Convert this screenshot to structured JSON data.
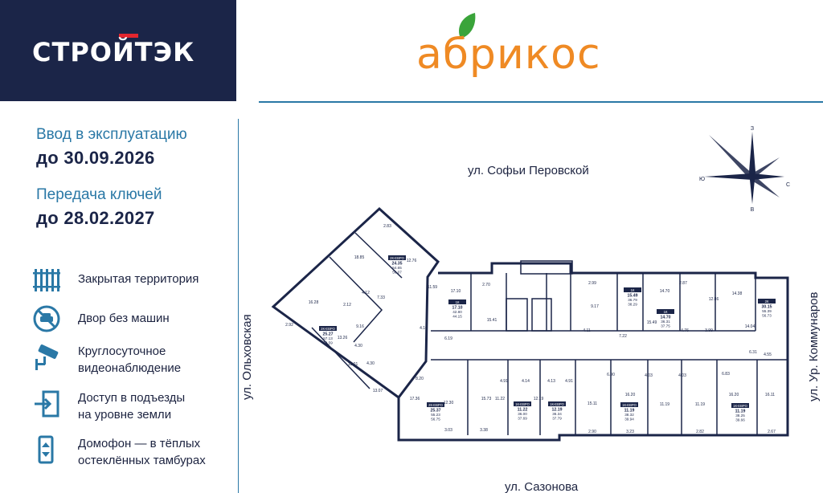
{
  "brand": {
    "developer": "СТРОЙТЭК",
    "project": "абрикос"
  },
  "colors": {
    "navy": "#1b2548",
    "accent_blue": "#2a78a6",
    "orange": "#ef8a24",
    "leaf_green": "#3aa43a",
    "brand_red": "#e3262e"
  },
  "dates": {
    "commission_label": "Ввод в эксплуатацию",
    "commission_value": "до 30.09.2026",
    "keys_label": "Передача ключей",
    "keys_value": "до 28.02.2027"
  },
  "features": [
    {
      "icon": "fence-icon",
      "text": "Закрытая территория"
    },
    {
      "icon": "no-car-icon",
      "text": "Двор без машин"
    },
    {
      "icon": "cctv-icon",
      "text": "Круглосуточное видеонаблюдение"
    },
    {
      "icon": "entrance-icon",
      "text": "Доступ в подъезды на уровне земли"
    },
    {
      "icon": "intercom-icon",
      "text": "Домофон — в тёплых остеклённых тамбурах"
    }
  ],
  "streets": {
    "north": "ул. Софьи Перовской",
    "west": "ул. Ольховская",
    "east": "ул. Ур. Коммунаров",
    "south": "ул. Сазонова"
  },
  "compass": {
    "n": "З",
    "s": "В",
    "w": "Ю",
    "e": "С"
  },
  "apartments": [
    {
      "type": "2К-ЕВРО",
      "living": "24.35",
      "area1": "54.65",
      "area2": "56.07"
    },
    {
      "type": "2К-ЕВРО",
      "living": "25.27",
      "area1": "57.13",
      "area2": "58.59"
    },
    {
      "type": "1К",
      "living": "17.10",
      "area1": "42.80",
      "area2": "44.15"
    },
    {
      "type": "1К",
      "living": "15.49",
      "area1": "36.79",
      "area2": "38.29"
    },
    {
      "type": "1К",
      "living": "14.70",
      "area1": "36.31",
      "area2": "37.75"
    },
    {
      "type": "2К",
      "living": "30.15",
      "area1": "55.39",
      "area2": "56.73"
    },
    {
      "type": "2К-ЕВРО",
      "living": "25.37",
      "area1": "55.23",
      "area2": "56.75"
    },
    {
      "type": "1К-ЕВРО",
      "living": "11.22",
      "area1": "36.00",
      "area2": "37.69"
    },
    {
      "type": "1К-ЕВРО",
      "living": "12.19",
      "area1": "36.34",
      "area2": "37.79"
    },
    {
      "type": "1К-ЕВРО",
      "living": "11.19",
      "area1": "38.32",
      "area2": "39.94"
    },
    {
      "type": "1К-ЕВРО",
      "living": "11.19",
      "area1": "38.25",
      "area2": "39.66"
    }
  ],
  "rooms": [
    "2.83",
    "18.85",
    "12.76",
    "11.59",
    "16.28",
    "2.12",
    "4.12",
    "7.33",
    "17.10",
    "2.70",
    "2.99",
    "14.70",
    "2.87",
    "12.86",
    "14.38",
    "14.04",
    "2.92",
    "9.16",
    "13.26",
    "4.30",
    "4.30",
    "4.10",
    "6.19",
    "15.41",
    "9.17",
    "4.11",
    "7.22",
    "15.49",
    "4.76",
    "3.99",
    "6.31",
    "4.55",
    "12.01",
    "8.20",
    "13.07",
    "17.36",
    "12.30",
    "15.73",
    "4.91",
    "4.14",
    "4.13",
    "4.91",
    "6.90",
    "4.03",
    "4.03",
    "6.83",
    "11.22",
    "12.19",
    "15.11",
    "16.20",
    "11.19",
    "11.19",
    "16.20",
    "16.11",
    "3.03",
    "3.38",
    "2.90",
    "3.23",
    "2.82",
    "2.67"
  ]
}
